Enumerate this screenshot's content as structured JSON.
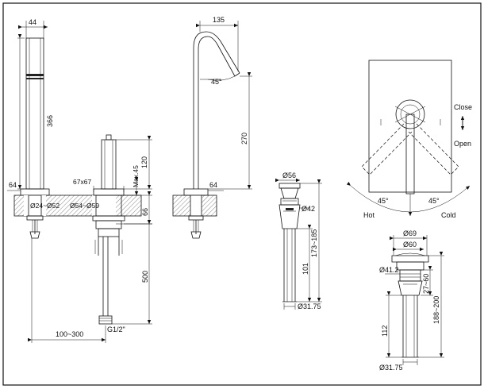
{
  "tap_view": {
    "width_label": "44",
    "height_label": "366",
    "base_label": "64",
    "hole_label": "Ø24~Ø52"
  },
  "mixer_side": {
    "hole_label": "Ø54~Ø59",
    "plate_label": "67x67",
    "height_label": "120",
    "max_label": "Max.45",
    "thickness_label": "66",
    "depth_label": "500",
    "thread_label": "G1/2\"",
    "spacing_label": "100~300"
  },
  "spout": {
    "reach_label": "135",
    "angle_label": "45°",
    "height_label": "270",
    "base_label": "64"
  },
  "drain_small": {
    "top_label": "Ø56",
    "mid_label": "Ø42",
    "range_label": "173~185",
    "stem_label": "101",
    "bottom_label": "Ø31.75"
  },
  "lever_view": {
    "close_label": "Close",
    "open_label": "Open",
    "hot_label": "Hot",
    "cold_label": "Cold",
    "hot_angle": "45°",
    "cold_angle": "45°"
  },
  "drain_large": {
    "outer_label": "Ø69",
    "inner_label": "Ø60",
    "stem_label": "Ø41.2",
    "travel_label": "27~60",
    "range_label": "188~200",
    "length_label": "112",
    "bottom_label": "Ø31.75"
  }
}
